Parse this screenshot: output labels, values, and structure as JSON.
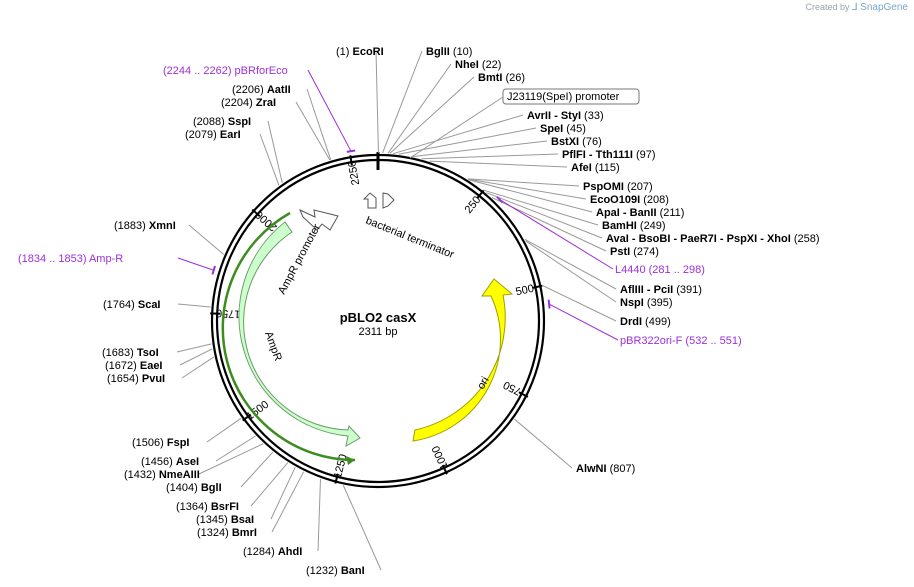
{
  "credit": {
    "prefix": "Created by",
    "brand": "SnapGene"
  },
  "plasmid": {
    "name": "pBLO2 casX",
    "length_label": "2311 bp",
    "length": 2311
  },
  "ticks": [
    250,
    500,
    750,
    1000,
    1250,
    1500,
    1750,
    2000,
    2250
  ],
  "sites": [
    {
      "pos": 1,
      "name": "EcoRI",
      "label_pos": "(1)"
    },
    {
      "pos": 10,
      "name": "BglII",
      "label_pos": "(10)"
    },
    {
      "pos": 22,
      "name": "NheI",
      "label_pos": "(22)"
    },
    {
      "pos": 26,
      "name": "BmtI",
      "label_pos": "(26)"
    },
    {
      "pos": 33,
      "name": "AvrII",
      "extra": "- StyI",
      "label_pos": "(33)"
    },
    {
      "pos": 45,
      "name": "SpeI",
      "label_pos": "(45)"
    },
    {
      "pos": 76,
      "name": "BstXI",
      "label_pos": "(76)"
    },
    {
      "pos": 97,
      "name": "PflFI",
      "extra": "- Tth111I",
      "label_pos": "(97)"
    },
    {
      "pos": 115,
      "name": "AfeI",
      "label_pos": "(115)"
    },
    {
      "pos": 207,
      "name": "PspOMI",
      "label_pos": "(207)"
    },
    {
      "pos": 208,
      "name": "EcoO109I",
      "label_pos": "(208)"
    },
    {
      "pos": 211,
      "name": "ApaI",
      "extra": "- BanII",
      "label_pos": "(211)"
    },
    {
      "pos": 249,
      "name": "BamHI",
      "label_pos": "(249)"
    },
    {
      "pos": 258,
      "name": "AvaI",
      "extra": "- BsoBI  - PaeR7I  - PspXI  - XhoI",
      "label_pos": "(258)"
    },
    {
      "pos": 274,
      "name": "PstI",
      "label_pos": "(274)"
    },
    {
      "pos": 391,
      "name": "AflIII",
      "extra": "- PciI",
      "label_pos": "(391)"
    },
    {
      "pos": 395,
      "name": "NspI",
      "label_pos": "(395)"
    },
    {
      "pos": 499,
      "name": "DrdI",
      "label_pos": "(499)"
    },
    {
      "pos": 807,
      "name": "AlwNI",
      "label_pos": "(807)"
    },
    {
      "pos": 1232,
      "name": "BanI",
      "label_pos": "(1232)"
    },
    {
      "pos": 1284,
      "name": "AhdI",
      "label_pos": "(1284)"
    },
    {
      "pos": 1324,
      "name": "BmrI",
      "label_pos": "(1324)"
    },
    {
      "pos": 1345,
      "name": "BsaI",
      "label_pos": "(1345)"
    },
    {
      "pos": 1364,
      "name": "BsrFI",
      "label_pos": "(1364)"
    },
    {
      "pos": 1404,
      "name": "BglI",
      "label_pos": "(1404)"
    },
    {
      "pos": 1432,
      "name": "NmeAIII",
      "label_pos": "(1432)"
    },
    {
      "pos": 1456,
      "name": "AseI",
      "label_pos": "(1456)"
    },
    {
      "pos": 1506,
      "name": "FspI",
      "label_pos": "(1506)"
    },
    {
      "pos": 1654,
      "name": "PvuI",
      "label_pos": "(1654)"
    },
    {
      "pos": 1672,
      "name": "EaeI",
      "label_pos": "(1672)"
    },
    {
      "pos": 1683,
      "name": "TsoI",
      "label_pos": "(1683)"
    },
    {
      "pos": 1764,
      "name": "ScaI",
      "label_pos": "(1764)"
    },
    {
      "pos": 1883,
      "name": "XmnI",
      "label_pos": "(1883)"
    },
    {
      "pos": 2079,
      "name": "EarI",
      "label_pos": "(2079)"
    },
    {
      "pos": 2088,
      "name": "SspI",
      "label_pos": "(2088)"
    },
    {
      "pos": 2204,
      "name": "ZraI",
      "label_pos": "(2204)"
    },
    {
      "pos": 2206,
      "name": "AatII",
      "label_pos": "(2206)"
    }
  ],
  "primers": [
    {
      "name": "pBRforEco",
      "range": "(2244 .. 2262)",
      "start": 2244,
      "end": 2262
    },
    {
      "name": "Amp-R",
      "range": "(1834 .. 1853)",
      "start": 1834,
      "end": 1853
    },
    {
      "name": "L4440",
      "range": "(281 .. 298)",
      "start": 281,
      "end": 298
    },
    {
      "name": "pBR322ori-F",
      "range": "(532 .. 551)",
      "start": 532,
      "end": 551
    }
  ],
  "boxed_feature": {
    "name": "J23119(SpeI) promoter"
  },
  "features": [
    {
      "name": "ori",
      "color": "#ffff00",
      "stroke": "#a0a000"
    },
    {
      "name": "AmpR",
      "color": "#ccffcc",
      "stroke": "#6a9a6a"
    },
    {
      "name": "AmpR promoter",
      "color": "#ffffff",
      "stroke": "#555555"
    },
    {
      "name": "bacterial terminator",
      "color": "#ffffff",
      "stroke": "#555555"
    }
  ],
  "colors": {
    "primer": "#9b30d9",
    "orf": "#3c8c1e",
    "ori": "#ffff00",
    "ampr": "#ccffcc"
  }
}
